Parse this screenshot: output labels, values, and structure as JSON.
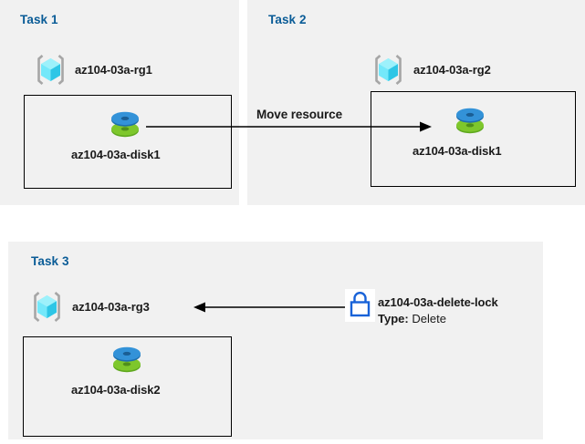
{
  "diagram": {
    "title": "Azure resource group tasks diagram",
    "colors": {
      "panel_background": "#f1f1f1",
      "page_background": "#ffffff",
      "task_label": "#0a5c97",
      "text": "#1a1a1a",
      "box_border": "#000000",
      "lock_blue": "#1862d8",
      "disk_blue": "#2e8fd9",
      "disk_green": "#7ab929",
      "rg_cube_cyan": "#5fe0f5",
      "rg_bracket_grey": "#a6a6a6"
    }
  },
  "panels": [
    {
      "id": "task1",
      "label": "Task 1",
      "resource_group": {
        "name": "az104-03a-rg1",
        "icon": "resource-group-icon"
      },
      "resource": {
        "name": "az104-03a-disk1",
        "icon": "managed-disk-icon"
      }
    },
    {
      "id": "task2",
      "label": "Task 2",
      "resource_group": {
        "name": "az104-03a-rg2",
        "icon": "resource-group-icon"
      },
      "resource": {
        "name": "az104-03a-disk1",
        "icon": "managed-disk-icon"
      }
    },
    {
      "id": "task3",
      "label": "Task 3",
      "resource_group": {
        "name": "az104-03a-rg3",
        "icon": "resource-group-icon"
      },
      "resource": {
        "name": "az104-03a-disk2",
        "icon": "managed-disk-icon"
      },
      "lock": {
        "name": "az104-03a-delete-lock",
        "icon": "lock-icon",
        "type_label": "Type:",
        "type_value": "Delete"
      }
    }
  ],
  "connectors": [
    {
      "id": "move-resource-arrow",
      "label": "Move resource",
      "from": "task1-disk1",
      "to": "task2-disk1",
      "direction": "right"
    },
    {
      "id": "lock-applies-arrow",
      "label": "",
      "from": "delete-lock",
      "to": "task3-rg3",
      "direction": "left"
    }
  ]
}
